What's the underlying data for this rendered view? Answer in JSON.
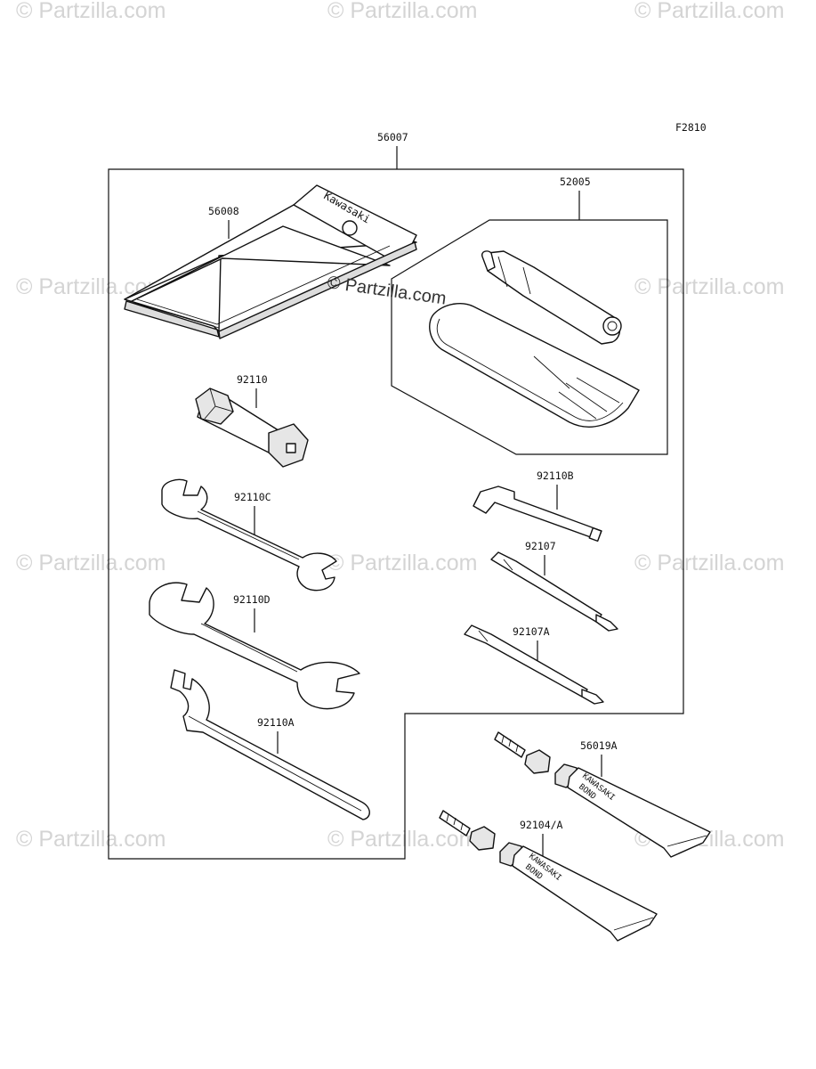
{
  "diagram_code": "F2810",
  "watermark": "© Partzilla.com",
  "center_watermark": "© Partzilla.com",
  "parts": {
    "kit": "56007",
    "pouch": "56008",
    "pouch_text": "Kawasaki",
    "grip_kit": "52005",
    "plug_wrench": "92110",
    "hex_key": "92110B",
    "wrench_small": "92110C",
    "screwdriver": "92107",
    "wrench_large": "92110D",
    "screwdriver_2": "92107A",
    "hook_wrench": "92110A",
    "bond_1": "56019A",
    "bond_2": "92104/A"
  },
  "tube_label": {
    "line1": "KAWASAKI",
    "line2": "BOND"
  }
}
